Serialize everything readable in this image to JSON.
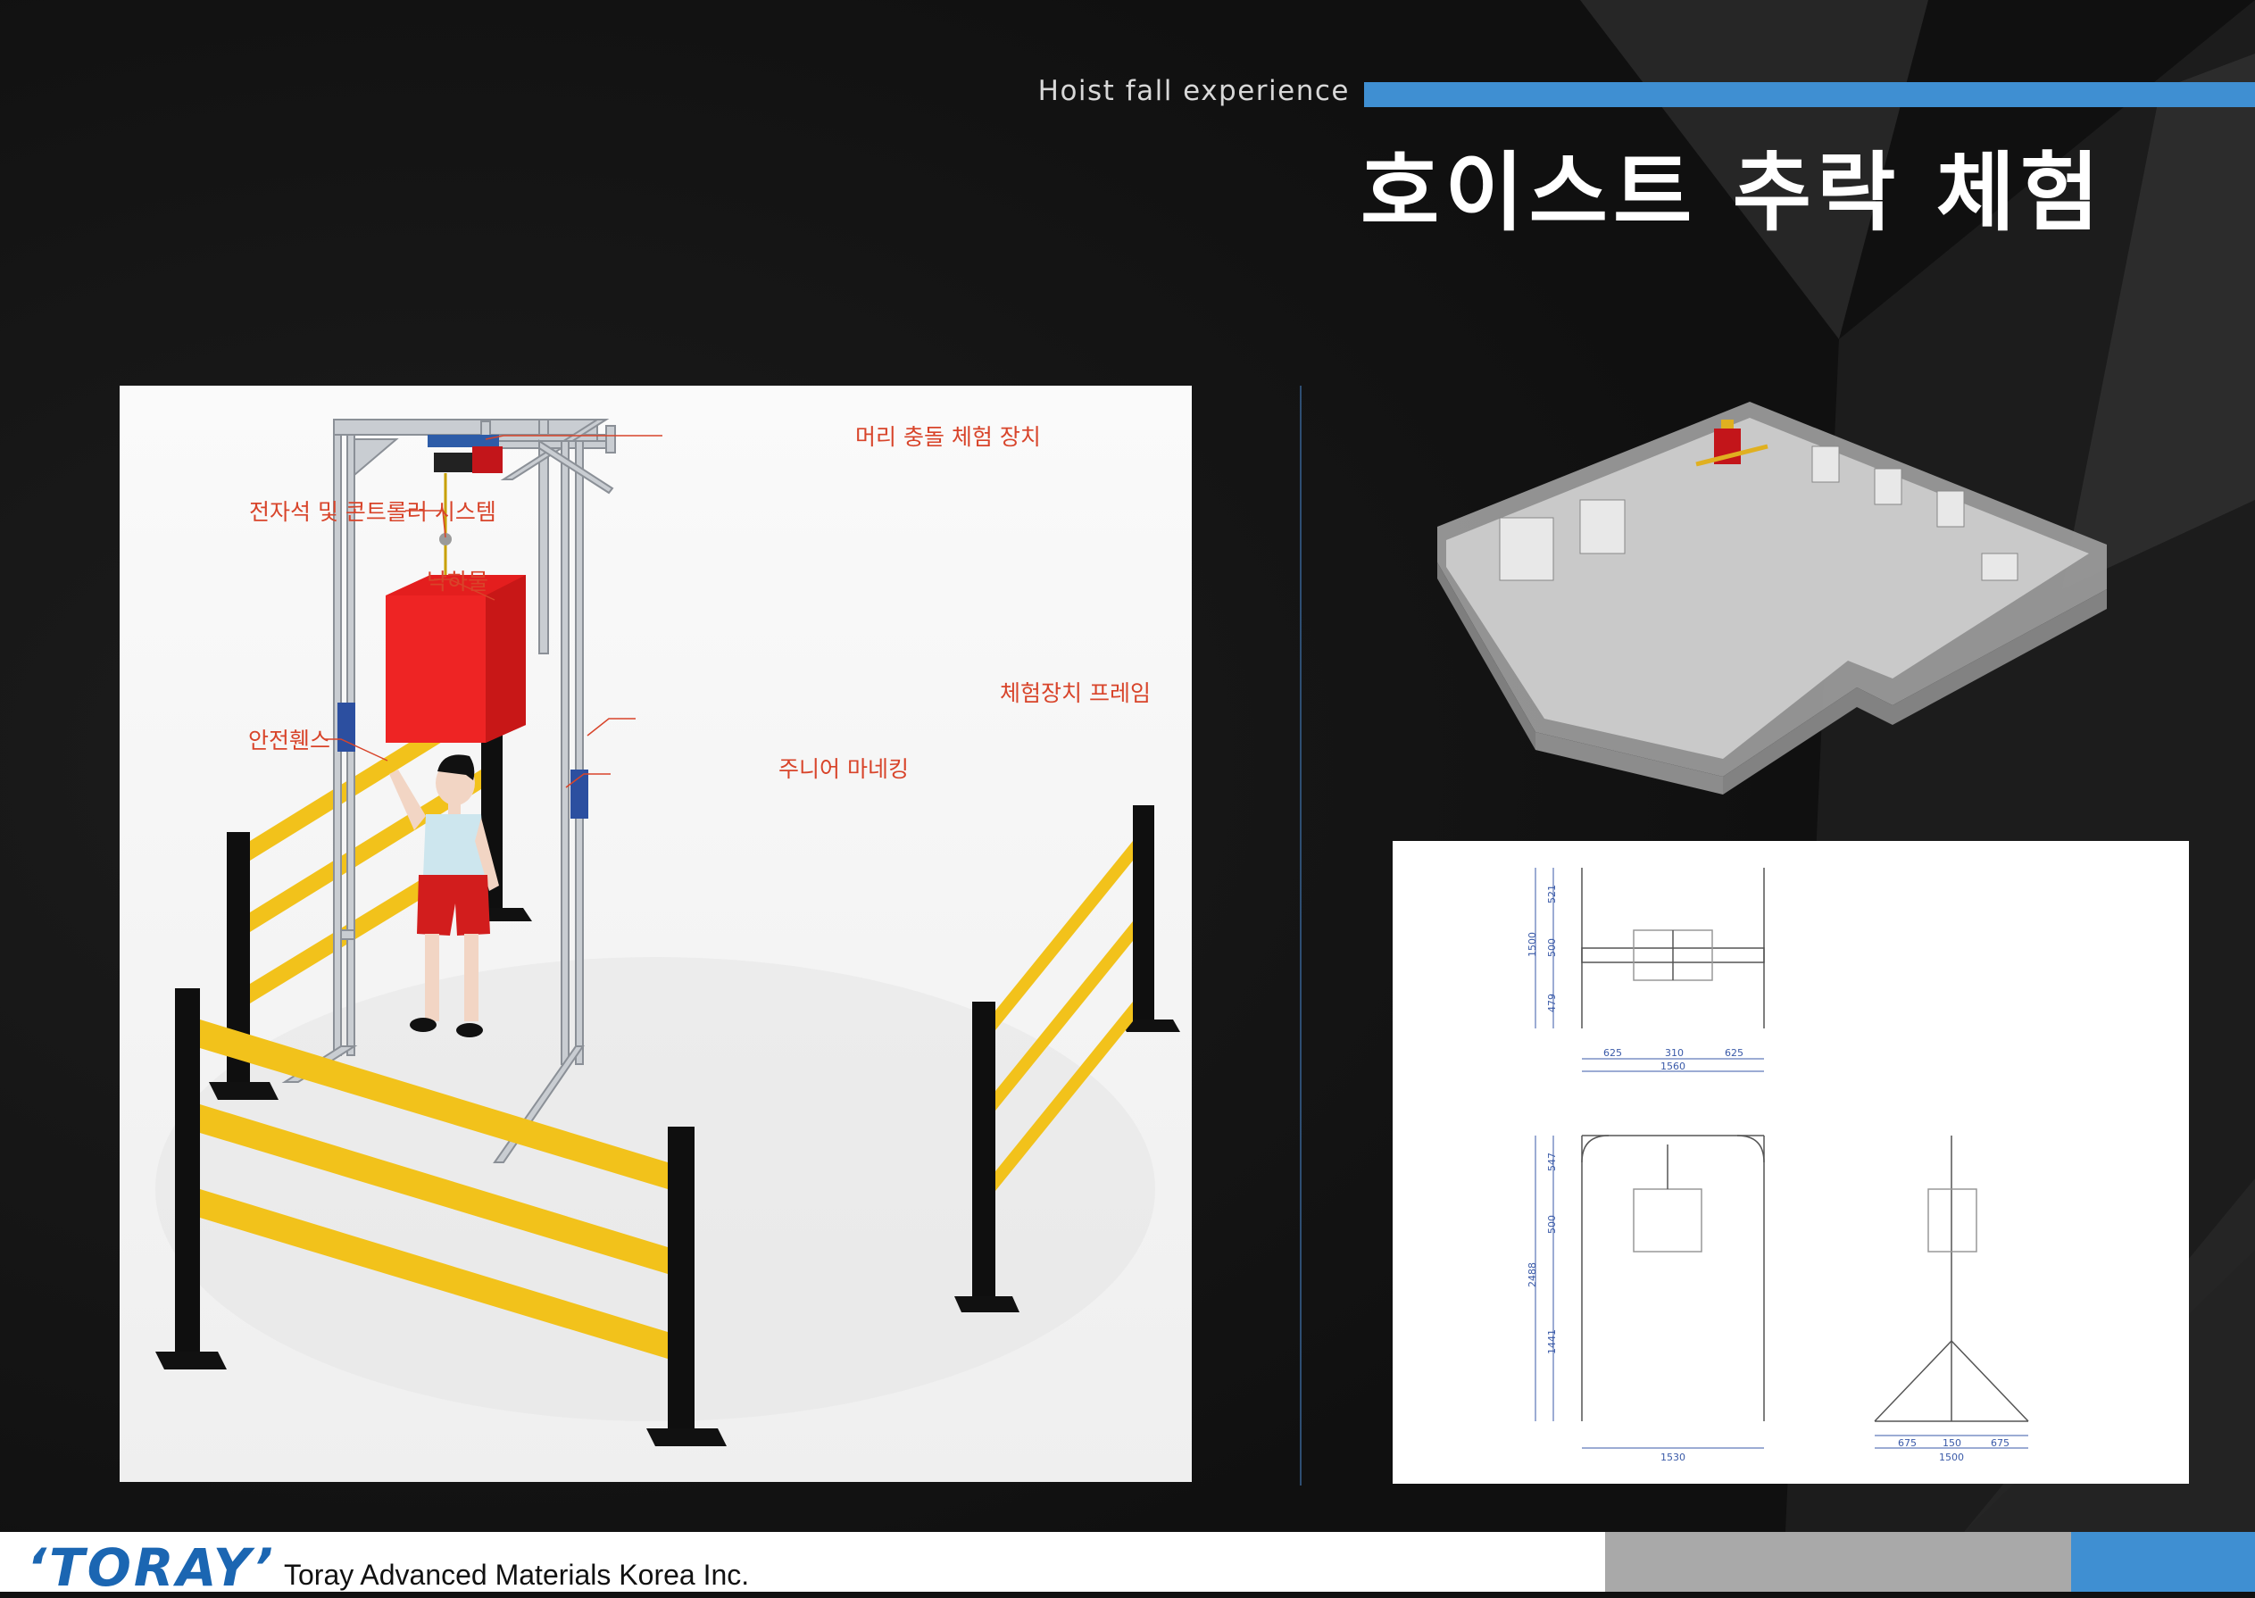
{
  "header": {
    "subtitle": "Hoist fall experience",
    "title": "호이스트 추락 체험"
  },
  "main_illustration": {
    "labels": {
      "head_collision_device": "머리 충돌 체험 장치",
      "electromagnet_controller": "전자석 및 콘트롤러 시스템",
      "falling_object": "낙하물",
      "frame": "체험장치 프레임",
      "safety_fence": "안전휀스",
      "junior_marking": "주니어 마네킹"
    }
  },
  "drawing": {
    "top_view": {
      "vertical_dims": [
        "521",
        "500",
        "479"
      ],
      "total_vertical": "1500",
      "horizontal_dims": [
        "625",
        "310",
        "625"
      ],
      "total_horizontal": "1560"
    },
    "front_view": {
      "vertical_dims": [
        "547",
        "500",
        "1441"
      ],
      "total_vertical": "2488",
      "total_horizontal": "1530"
    },
    "side_view": {
      "horizontal_dims": [
        "675",
        "150",
        "675"
      ],
      "total_horizontal": "1500"
    }
  },
  "footer": {
    "logo": "‘TORAY’",
    "company": "Toray Advanced Materials Korea Inc."
  },
  "colors": {
    "accent_blue": "#3f8fd2",
    "callout_red": "#d8442a",
    "background": "#151515",
    "fence_yellow": "#f2c21b",
    "block_red": "#ec1c1c"
  }
}
